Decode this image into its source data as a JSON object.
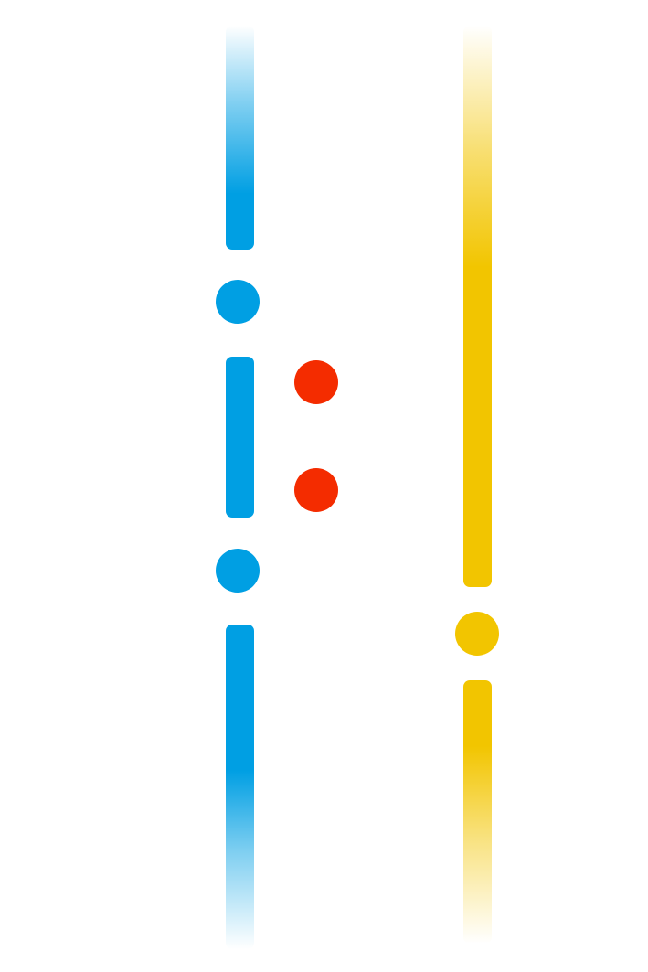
{
  "colors": {
    "line_blue": "#009FE3",
    "line_yellow": "#F2C500",
    "station_red": "#F42C00",
    "background": "#FFFFFF"
  },
  "lines": [
    {
      "name": "blue-line",
      "stations": 2
    },
    {
      "name": "yellow-line",
      "stations": 1
    }
  ],
  "standalone_stations": 2
}
